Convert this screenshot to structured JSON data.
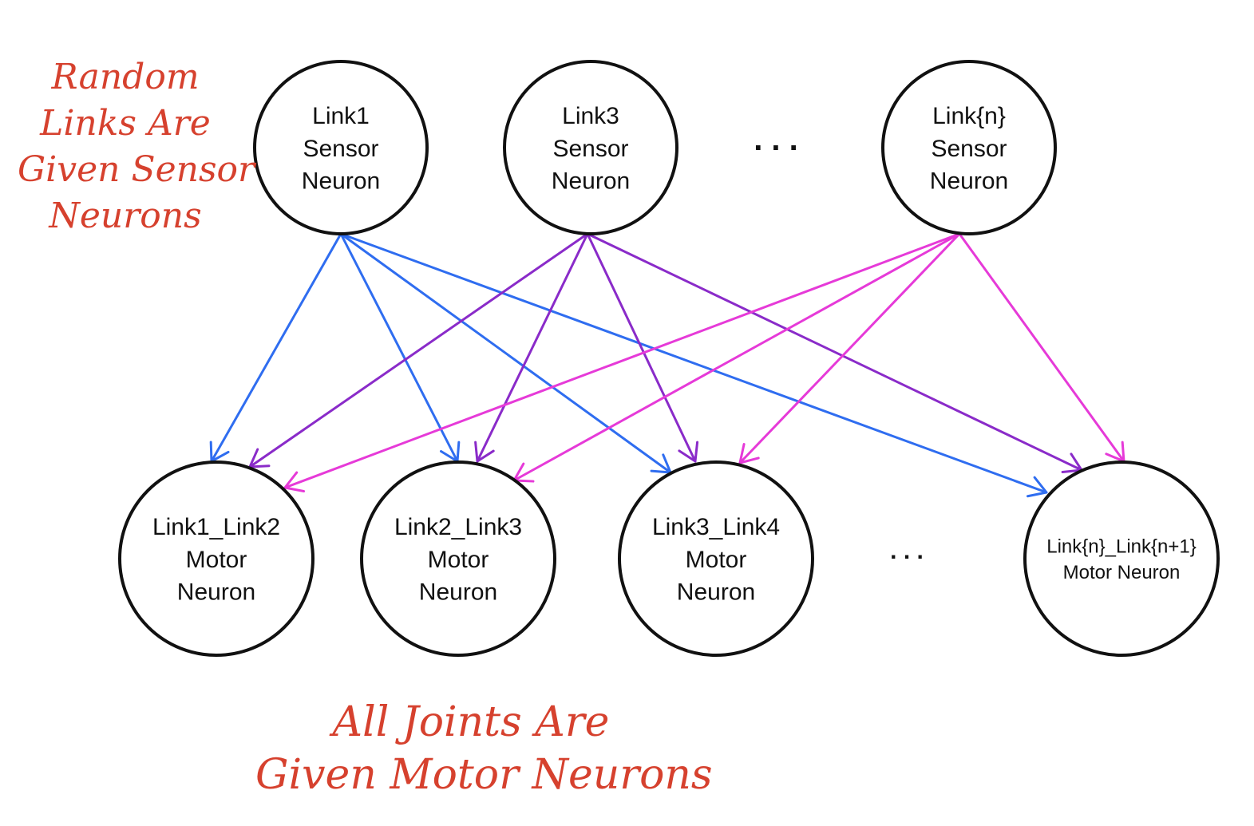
{
  "annotations": {
    "sensor_note": [
      "Random",
      "Links Are",
      "Given Sensor",
      "Neurons"
    ],
    "motor_note": [
      "All Joints Are",
      "Given Motor Neurons"
    ]
  },
  "colors": {
    "node_stroke": "#111111",
    "annotation": "#d6412e",
    "link1_edges": "#2f6df0",
    "link3_edges": "#8a2bc9",
    "linkn_edges": "#e63ad8"
  },
  "sensor_neurons": [
    {
      "id": "s1",
      "lines": [
        "Link1",
        "Sensor",
        "Neuron"
      ]
    },
    {
      "id": "s3",
      "lines": [
        "Link3",
        "Sensor",
        "Neuron"
      ]
    },
    {
      "id": "sn",
      "lines": [
        "Link{n}",
        "Sensor",
        "Neuron"
      ]
    }
  ],
  "sensor_ellipsis": ". . .",
  "motor_neurons": [
    {
      "id": "m12",
      "lines": [
        "Link1_Link2",
        "Motor",
        "Neuron"
      ]
    },
    {
      "id": "m23",
      "lines": [
        "Link2_Link3",
        "Motor",
        "Neuron"
      ]
    },
    {
      "id": "m34",
      "lines": [
        "Link3_Link4",
        "Motor",
        "Neuron"
      ]
    },
    {
      "id": "mn",
      "lines": [
        "Link{n}_Link{n+1}",
        "Motor Neuron"
      ]
    }
  ],
  "motor_ellipsis": ". . .",
  "edges": [
    {
      "from": "s1",
      "to": "m12",
      "color": "link1_edges"
    },
    {
      "from": "s1",
      "to": "m23",
      "color": "link1_edges"
    },
    {
      "from": "s1",
      "to": "m34",
      "color": "link1_edges"
    },
    {
      "from": "s1",
      "to": "mn",
      "color": "link1_edges"
    },
    {
      "from": "s3",
      "to": "m12",
      "color": "link3_edges"
    },
    {
      "from": "s3",
      "to": "m23",
      "color": "link3_edges"
    },
    {
      "from": "s3",
      "to": "m34",
      "color": "link3_edges"
    },
    {
      "from": "s3",
      "to": "mn",
      "color": "link3_edges"
    },
    {
      "from": "sn",
      "to": "m12",
      "color": "linkn_edges"
    },
    {
      "from": "sn",
      "to": "m23",
      "color": "linkn_edges"
    },
    {
      "from": "sn",
      "to": "m34",
      "color": "linkn_edges"
    },
    {
      "from": "sn",
      "to": "mn",
      "color": "linkn_edges"
    }
  ]
}
